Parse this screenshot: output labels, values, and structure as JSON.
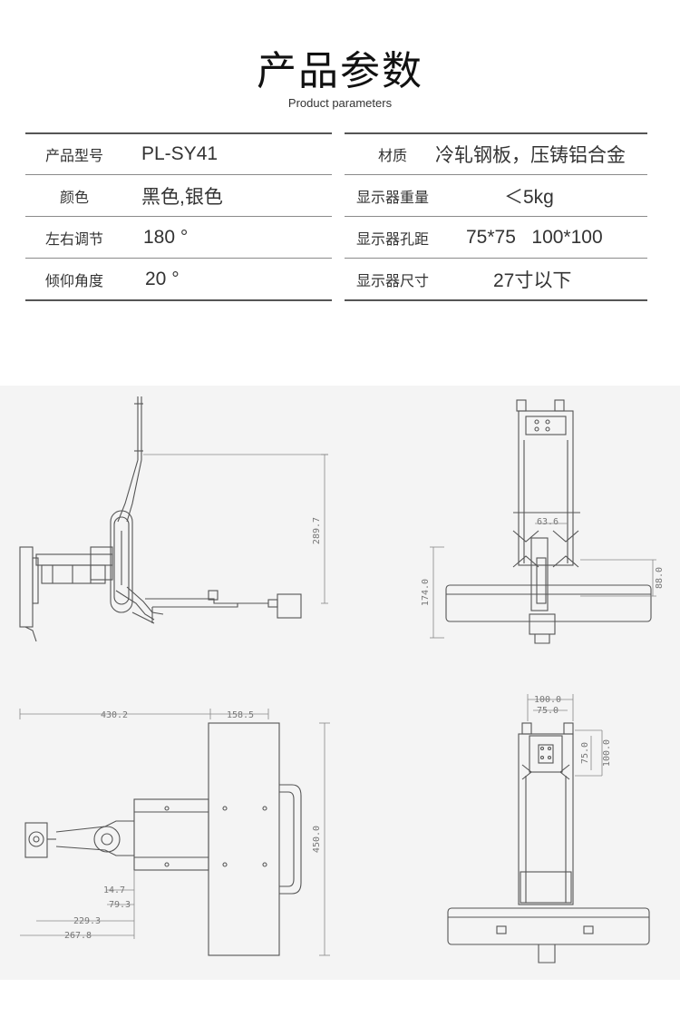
{
  "header": {
    "title": "产品参数",
    "subtitle": "Product parameters"
  },
  "specs": {
    "rows": [
      {
        "left_label": "产品型号",
        "left_value": "PL-SY41",
        "right_label": "材质",
        "right_value": "冷轧钢板，压铸铝合金"
      },
      {
        "left_label": "颜色",
        "left_value": "黑色,银色",
        "right_label": "显示器重量",
        "right_value": "＜5kg"
      },
      {
        "left_label": "左右调节",
        "left_value": "180 °",
        "right_label": "显示器孔距",
        "right_value": "75*75   100*100"
      },
      {
        "left_label": "倾仰角度",
        "left_value": "20 °",
        "right_label": "显示器尺寸",
        "right_value": "27寸以下"
      }
    ]
  },
  "drawings": {
    "side_view": {
      "height_dim": "289.7"
    },
    "front_view": {
      "width_dim": "63.6",
      "left_dim": "174.0",
      "right_dim": "88.0"
    },
    "top_view": {
      "dim_a": "430.2",
      "dim_b": "158.5",
      "dim_c": "450.0",
      "dim_d": "14.7",
      "dim_e": "79.3",
      "dim_f": "229.3",
      "dim_g": "267.8"
    },
    "vesa_view": {
      "dim_top_1": "100.0",
      "dim_top_2": "75.0",
      "dim_side_1": "75.0",
      "dim_side_2": "100.0"
    }
  }
}
